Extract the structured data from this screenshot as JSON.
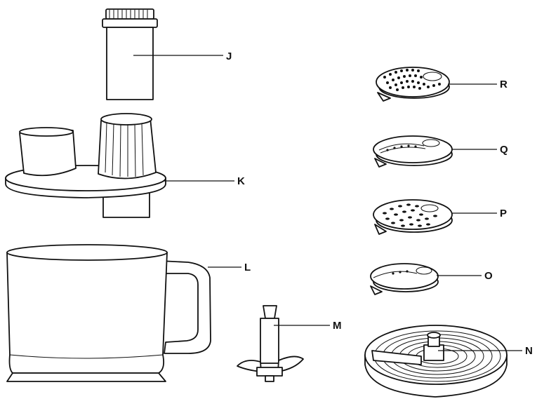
{
  "labels": {
    "J": "J",
    "K": "K",
    "L": "L",
    "M": "M",
    "N": "N",
    "O": "O",
    "P": "P",
    "Q": "Q",
    "R": "R"
  },
  "colors": {
    "line": "#111111",
    "background": "#ffffff"
  }
}
